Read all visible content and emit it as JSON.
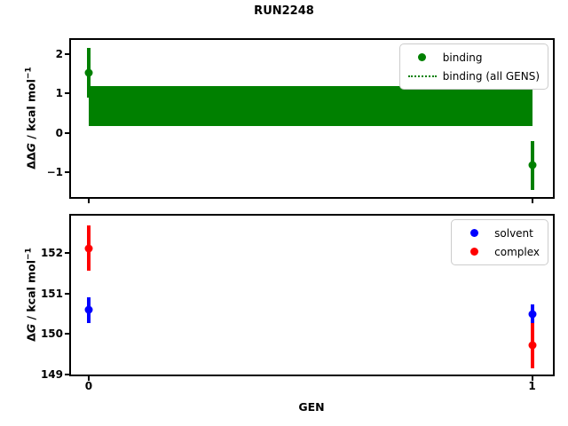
{
  "title": "RUN2248",
  "chart_data": [
    {
      "type": "scatter",
      "subplot": "top",
      "ylabel": "ΔΔG / kcal mol⁻¹",
      "ylabel_parts": {
        "prefix": "ΔΔ",
        "symbol": "G",
        "rest": " / kcal mol",
        "sup": "−1"
      },
      "xlim": [
        -0.04,
        1.047
      ],
      "ylim": [
        -1.63,
        2.35
      ],
      "yticks": [
        2,
        1,
        0,
        -1
      ],
      "ytick_labels": [
        "2",
        "1",
        "0",
        "−1"
      ],
      "xticks": [
        0,
        1
      ],
      "xtick_labels": [
        "0",
        "1"
      ],
      "grid": false,
      "legend_position": "upper right",
      "series": [
        {
          "name": "binding",
          "color": "#008000",
          "marker": "circle",
          "x": [
            0,
            1
          ],
          "y": [
            1.52,
            -0.83
          ],
          "yerr": [
            0.63,
            0.61
          ]
        }
      ],
      "band": {
        "name": "binding (all GENS)",
        "color": "#008000",
        "linestyle": "dotted",
        "x": [
          0,
          1
        ],
        "ylo": 0.17,
        "yhi": 1.19
      },
      "legend": [
        {
          "label": "binding",
          "marker": "dot",
          "color": "#008000"
        },
        {
          "label": "binding (all GENS)",
          "marker": "dotted-line",
          "color": "#008000"
        }
      ]
    },
    {
      "type": "scatter",
      "subplot": "bottom",
      "xlabel": "GEN",
      "ylabel": "ΔG / kcal mol⁻¹",
      "ylabel_parts": {
        "prefix": "Δ",
        "symbol": "G",
        "rest": " / kcal mol",
        "sup": "−1"
      },
      "xlim": [
        -0.04,
        1.047
      ],
      "ylim": [
        149.0,
        152.93
      ],
      "yticks": [
        152,
        151,
        150,
        149
      ],
      "ytick_labels": [
        "152",
        "151",
        "150",
        "149"
      ],
      "xticks": [
        0,
        1
      ],
      "xtick_labels": [
        "0",
        "1"
      ],
      "grid": false,
      "legend_position": "upper right",
      "series": [
        {
          "name": "solvent",
          "color": "#0000ff",
          "marker": "circle",
          "x": [
            0,
            1
          ],
          "y": [
            150.6,
            150.5
          ],
          "yerr": [
            0.32,
            0.24
          ]
        },
        {
          "name": "complex",
          "color": "#ff0000",
          "marker": "circle",
          "x": [
            0,
            1
          ],
          "y": [
            152.12,
            149.72
          ],
          "yerr": [
            0.56,
            0.56
          ]
        }
      ],
      "legend": [
        {
          "label": "solvent",
          "marker": "dot",
          "color": "#0000ff"
        },
        {
          "label": "complex",
          "marker": "dot",
          "color": "#ff0000"
        }
      ]
    }
  ]
}
